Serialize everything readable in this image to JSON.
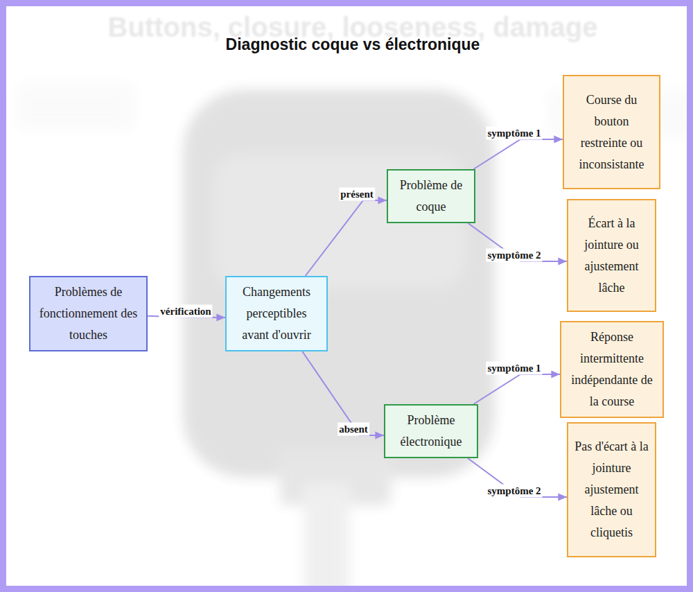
{
  "diagram": {
    "title": "Diagnostic coque vs électronique",
    "nodes": [
      {
        "text": [
          "Problèmes de fonctionnement des touches"
        ]
      },
      {
        "text": [
          "Changements perceptibles avant d'ouvrir"
        ]
      },
      {
        "text": [
          "Problème de coque"
        ]
      },
      {
        "text": [
          "Course du bouton restreinte ou inconsistante"
        ]
      },
      {
        "text": [
          "Écart à la jointure ou ajustement lâche"
        ]
      },
      {
        "text": [
          "Problème électronique"
        ]
      },
      {
        "text": [
          "Réponse intermittente indépendante de la course"
        ]
      },
      {
        "text": [
          "Pas d'écart à la jointure ajustement lâche ou cliquetis"
        ]
      }
    ],
    "edges": [
      {
        "from": 0,
        "to": 1,
        "label": "vérification",
        "arrow": "to"
      },
      {
        "from": 1,
        "to": 2,
        "label": "présent",
        "arrow": "to"
      },
      {
        "from": 1,
        "to": 5,
        "label": "absent",
        "arrow": "to"
      },
      {
        "from": 2,
        "to": 3,
        "label": "symptôme 1",
        "arrow": "to"
      },
      {
        "from": 2,
        "to": 4,
        "label": "symptôme 2",
        "arrow": "to"
      },
      {
        "from": 5,
        "to": 6,
        "label": "symptôme 1",
        "arrow": "to"
      },
      {
        "from": 5,
        "to": 7,
        "label": "symptôme 2",
        "arrow": "to"
      }
    ],
    "labels": [
      "Buttons, closure, looseness, damage"
    ]
  }
}
